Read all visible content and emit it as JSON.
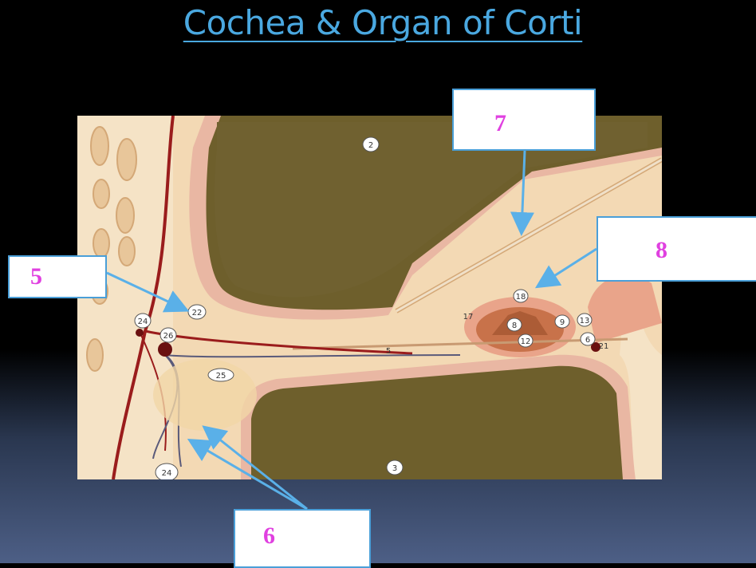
{
  "slide_title": "Cochea & Organ of Corti",
  "image_markers": [
    "2",
    "3",
    "17",
    "18",
    "8",
    "9",
    "13",
    "12",
    "6",
    "21",
    "22",
    "24",
    "26",
    "25",
    "5"
  ],
  "label_boxes": [
    {
      "number": "5"
    },
    {
      "number": "6"
    },
    {
      "number": "7"
    },
    {
      "number": "8"
    }
  ],
  "colors": {
    "title": "#4aa8e0",
    "label_border": "#4a9fd8",
    "label_number": "#e040e0",
    "arrow": "#5ab0e8"
  }
}
